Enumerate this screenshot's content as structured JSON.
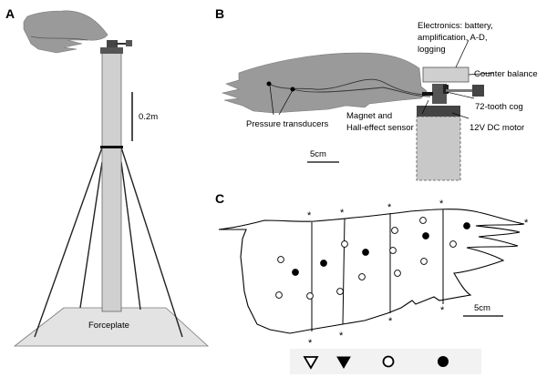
{
  "panels": {
    "a": {
      "label": "A",
      "scale_label": "0.2m",
      "base_label": "Forceplate"
    },
    "b": {
      "label": "B",
      "electronics_line1": "Electronics: battery,",
      "electronics_line2": "amplification, A-D,",
      "electronics_line3": "logging",
      "counter_balance": "Counter balance",
      "cog": "72-tooth cog",
      "magnet_line1": "Magnet and",
      "magnet_line2": "Hall-effect sensor",
      "motor": "12V DC motor",
      "transducers": "Pressure transducers",
      "scale_label": "5cm"
    },
    "c": {
      "label": "C",
      "star_symbol": "*",
      "scale_label": "5cm"
    }
  },
  "legend": {
    "symbols": [
      "open-triangle",
      "filled-triangle",
      "open-circle",
      "filled-circle"
    ]
  },
  "colors": {
    "fin_fill": "#9a9a9a",
    "pole_fill": "#d0d0d0",
    "plate_fill": "#e3e3e3",
    "electronics_fill": "#cfcfcf",
    "motor_fill": "#c8c8c8"
  }
}
